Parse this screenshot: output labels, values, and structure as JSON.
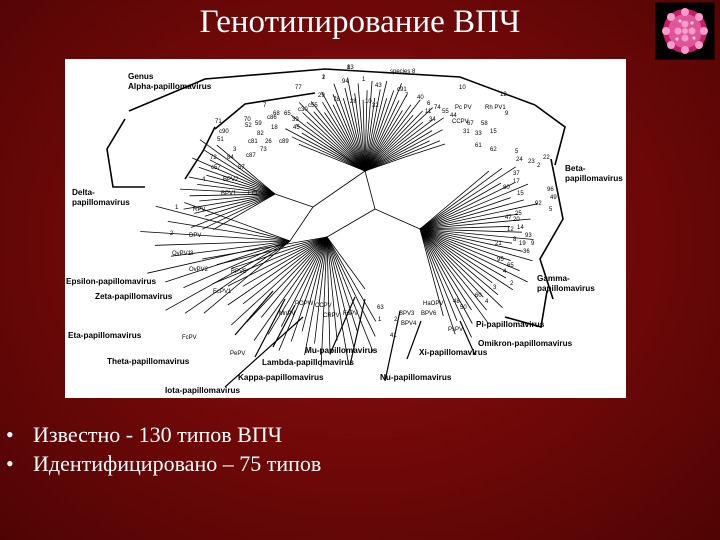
{
  "slide": {
    "title": "Генотипирование ВПЧ",
    "bullets": [
      "Известно - 130 типов ВПЧ",
      "Идентифицировано – 75 типов"
    ]
  },
  "figure": {
    "genus_header": [
      "Genus",
      "Alpha-papillomavirus"
    ],
    "genera": [
      [
        "Beta-",
        "papillomavirus"
      ],
      [
        "Gamma-",
        "papillomavirus"
      ],
      [
        "Pi-papillomavirus"
      ],
      [
        "Omikron-papillomavirus"
      ],
      [
        "Xi-papillomavirus"
      ],
      [
        "Nu-papillomavirus"
      ],
      [
        "Mu-papillomavirus"
      ],
      [
        "Lambda-papillomavirus"
      ],
      [
        "Kappa-papillomavirus"
      ],
      [
        "Iota-papillomavirus"
      ],
      [
        "Theta-papillomavirus"
      ],
      [
        "Eta-papillomavirus"
      ],
      [
        "Zeta-papillomavirus"
      ],
      [
        "Epsilon-papillomavirus"
      ],
      [
        "Delta-",
        "papillomavirus"
      ]
    ],
    "leaf_labels": [
      "13",
      "2",
      "94",
      "1",
      "43",
      "species 8",
      "c91",
      "7",
      "40",
      "10",
      "12",
      "Pc PV",
      "Rh PV1",
      "9",
      "6",
      "77",
      "29",
      "78",
      "28",
      "10",
      "32",
      "c55",
      "c30",
      "74",
      "11",
      "55",
      "44",
      "CCPV",
      "34",
      "7",
      "68",
      "65",
      "c86",
      "70",
      "39",
      "59",
      "18",
      "45",
      "52",
      "67",
      "58",
      "31",
      "33",
      "15",
      "71",
      "c90",
      "51",
      "82",
      "26",
      "c89",
      "c81",
      "73",
      "61",
      "3",
      "72",
      "62",
      "c87",
      "84",
      "c57",
      "57",
      "4",
      "BPV2",
      "BPV1",
      "EEPV",
      "1",
      "RPV",
      "2",
      "DPV",
      "OvPV1",
      "3",
      "OvPV2",
      "BPV5",
      "EcPV1",
      "FcPV",
      "PePV",
      "MnPV",
      "POPW",
      "CCPV",
      "CRPV",
      "FdPV",
      "63",
      "1",
      "2",
      "BPV3",
      "BPV4",
      "BPV6",
      "41",
      "HaOPV",
      "48",
      "50",
      "60",
      "4",
      "PsPV",
      "3",
      "2",
      "95",
      "65",
      "4",
      "5",
      "24",
      "23",
      "22",
      "2",
      "37",
      "17",
      "80",
      "15",
      "96",
      "49",
      "92",
      "5",
      "25",
      "20",
      "14",
      "93",
      "19",
      "36",
      "21",
      "8",
      "12",
      "47",
      "9",
      "8",
      "1"
    ]
  }
}
